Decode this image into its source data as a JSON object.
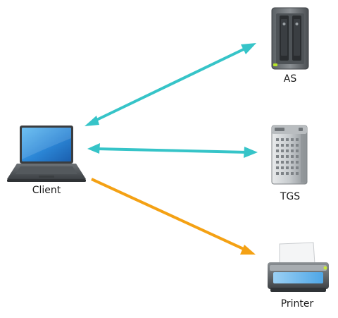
{
  "nodes": {
    "client": {
      "label": "Client",
      "icon": "laptop-icon"
    },
    "as": {
      "label": "AS",
      "icon": "nas-server-icon"
    },
    "tgs": {
      "label": "TGS",
      "icon": "tower-server-icon"
    },
    "printer": {
      "label": "Printer",
      "icon": "printer-icon"
    }
  },
  "edges": [
    {
      "from": "client",
      "to": "as",
      "direction": "both",
      "color": "#36c4c8"
    },
    {
      "from": "client",
      "to": "tgs",
      "direction": "both",
      "color": "#36c4c8"
    },
    {
      "from": "client",
      "to": "printer",
      "direction": "forward",
      "color": "#f4a114"
    }
  ],
  "colors": {
    "bidirectional_arrow": "#36c4c8",
    "forward_arrow": "#f4a114"
  }
}
